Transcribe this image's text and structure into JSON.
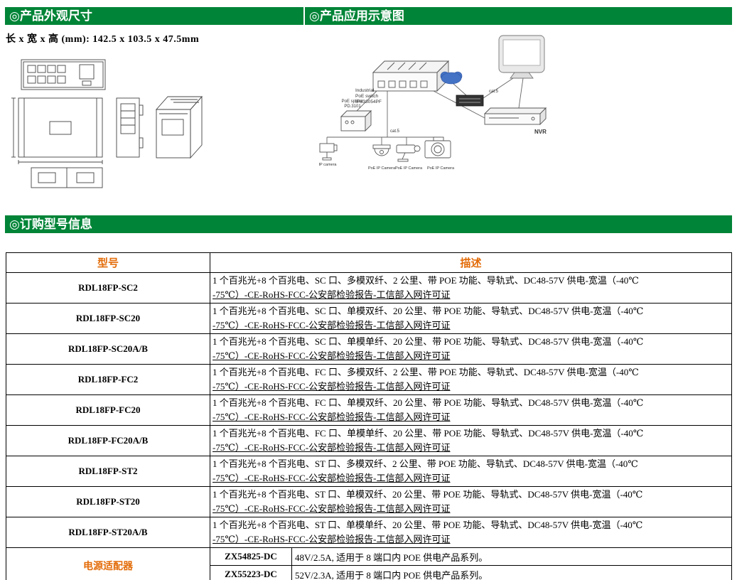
{
  "sections": {
    "appearance": "◎产品外观尺寸",
    "application": "◎产品应用示意图",
    "ordering": "◎订购型号信息"
  },
  "dims": {
    "label": "长 x 宽 x 高 (mm): 142.5 x 103.5 x 47.5mm"
  },
  "colors": {
    "section_header_green": "#008437",
    "section_header_text": "#FFFFFF",
    "table_accent_orange": "#E36C09",
    "table_border": "#000000",
    "cloud_blue": "#4472C4"
  },
  "app_diagram": {
    "switch_l1": "Industrial",
    "switch_l2": "PoE switch",
    "switch_l3": "IPS33054PF",
    "splitter_l1": "PoE splitter",
    "splitter_l2": "PD.3101",
    "nvr": "NVR",
    "cat5_1": "cat.5",
    "cat5_2": "cat.5",
    "cam_ip": "IP camera",
    "cam_poe1": "PoE IP Camera",
    "cam_poe2": "PoE IP Camera",
    "cam_poe3": "PoE IP Camera"
  },
  "table": {
    "headers": [
      "型号",
      "描述"
    ],
    "rows": [
      {
        "model": "RDL18FP-SC2",
        "line1": "1 个百兆光+8 个百兆电、SC 口、多模双纤、2 公里、带 POE 功能、导轨式、DC48-57V 供电-宽温（-40℃",
        "line2": "-75℃）-CE-RoHS-FCC-公安部检验报告-工信部入网许可证"
      },
      {
        "model": "RDL18FP-SC20",
        "line1": "1 个百兆光+8 个百兆电、SC 口、单模双纤、20 公里、带 POE 功能、导轨式、DC48-57V 供电-宽温（-40℃",
        "line2": "-75℃）-CE-RoHS-FCC-公安部检验报告-工信部入网许可证"
      },
      {
        "model": "RDL18FP-SC20A/B",
        "line1": "1 个百兆光+8 个百兆电、SC 口、单模单纤、20 公里、带 POE 功能、导轨式、DC48-57V 供电-宽温（-40℃",
        "line2": "-75℃）-CE-RoHS-FCC-公安部检验报告-工信部入网许可证"
      },
      {
        "model": "RDL18FP-FC2",
        "line1": "1 个百兆光+8 个百兆电、FC 口、多模双纤、2 公里、带 POE 功能、导轨式、DC48-57V 供电-宽温（-40℃",
        "line2": "-75℃）-CE-RoHS-FCC-公安部检验报告-工信部入网许可证"
      },
      {
        "model": "RDL18FP-FC20",
        "line1": "1 个百兆光+8 个百兆电、FC 口、单模双纤、20 公里、带 POE 功能、导轨式、DC48-57V 供电-宽温（-40℃",
        "line2": "-75℃）-CE-RoHS-FCC-公安部检验报告-工信部入网许可证"
      },
      {
        "model": "RDL18FP-FC20A/B",
        "line1": "1 个百兆光+8 个百兆电、FC 口、单模单纤、20 公里、带 POE 功能、导轨式、DC48-57V 供电-宽温（-40℃",
        "line2": "-75℃）-CE-RoHS-FCC-公安部检验报告-工信部入网许可证"
      },
      {
        "model": "RDL18FP-ST2",
        "line1": "1 个百兆光+8 个百兆电、ST 口、多模双纤、2 公里、带 POE 功能、导轨式、DC48-57V 供电-宽温（-40℃",
        "line2": "-75℃）-CE-RoHS-FCC-公安部检验报告-工信部入网许可证"
      },
      {
        "model": "RDL18FP-ST20",
        "line1": "1 个百兆光+8 个百兆电、ST 口、单模双纤、20 公里、带 POE 功能、导轨式、DC48-57V 供电-宽温（-40℃",
        "line2": "-75℃）-CE-RoHS-FCC-公安部检验报告-工信部入网许可证"
      },
      {
        "model": "RDL18FP-ST20A/B",
        "line1": "1 个百兆光+8 个百兆电、ST 口、单模单纤、20 公里、带 POE 功能、导轨式、DC48-57V 供电-宽温（-40℃",
        "line2": "-75℃）-CE-RoHS-FCC-公安部检验报告-工信部入网许可证"
      }
    ],
    "adapter": {
      "label": "电源适配器",
      "items": [
        {
          "code": "ZX54825-DC",
          "desc": "48V/2.5A, 适用于 8 端口内 POE 供电产品系列。"
        },
        {
          "code": "ZX55223-DC",
          "desc": "52V/2.3A, 适用于 8 端口内 POE 供电产品系列。"
        }
      ]
    }
  }
}
